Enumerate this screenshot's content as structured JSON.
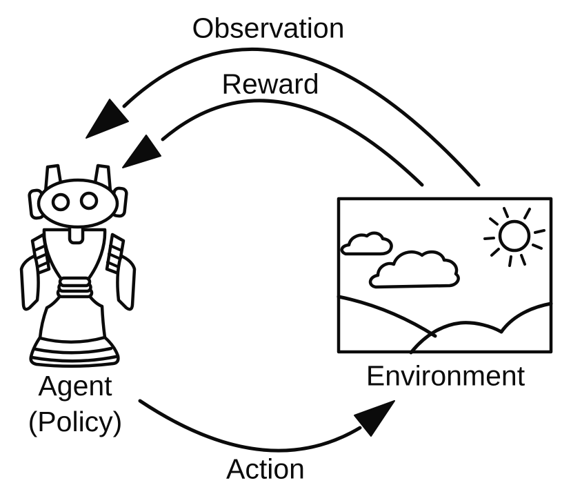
{
  "diagram": {
    "labels": {
      "observation": "Observation",
      "reward": "Reward",
      "action": "Action",
      "agent_line1": "Agent",
      "agent_line2": "(Policy)",
      "environment": "Environment"
    },
    "nodes": [
      {
        "id": "agent",
        "label": "Agent (Policy)",
        "icon": "robot-icon"
      },
      {
        "id": "environment",
        "label": "Environment",
        "icon": "landscape-icon"
      }
    ],
    "arrows": [
      {
        "label": "Observation",
        "from": "Environment",
        "to": "Agent (Policy)"
      },
      {
        "label": "Reward",
        "from": "Environment",
        "to": "Agent (Policy)"
      },
      {
        "label": "Action",
        "from": "Agent (Policy)",
        "to": "Environment"
      }
    ],
    "colors": {
      "ink": "#0b0b0b",
      "background": "#ffffff"
    }
  }
}
